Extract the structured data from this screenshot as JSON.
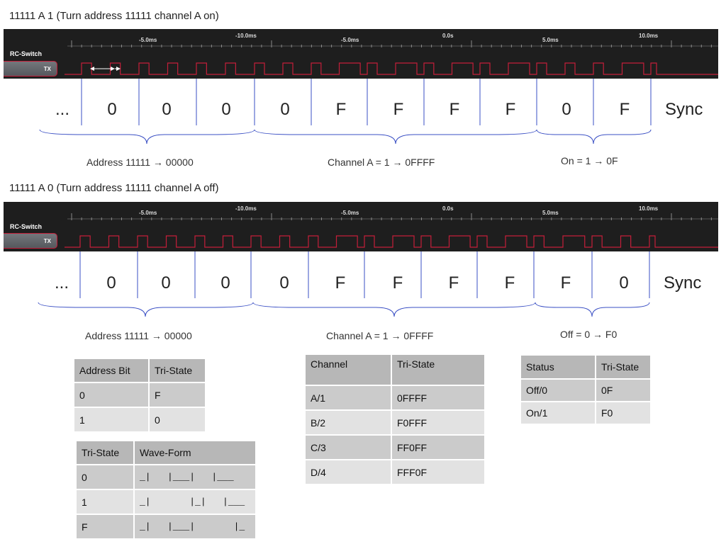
{
  "section_on": {
    "title": "11111 A 1 (Turn address 11111 channel A on)",
    "rc_label": "RC-Switch",
    "tx_label": "TX",
    "ticks": [
      "-5.0ms",
      "-10.0ms",
      "-5.0ms",
      "0.0s",
      "5.0ms",
      "10.0ms"
    ],
    "symbols": [
      "...",
      "0",
      "0",
      "0",
      "0",
      "F",
      "F",
      "F",
      "F",
      "0",
      "F"
    ],
    "sync_label": "Sync",
    "captions": {
      "address": "Address 11111 → 00000",
      "channel": "Channel A = 1 →  0FFFF",
      "status": "On = 1 → 0F"
    }
  },
  "section_off": {
    "title": "11111 A 0 (Turn address 11111 channel A off)",
    "rc_label": "RC-Switch",
    "tx_label": "TX",
    "ticks": [
      "-5.0ms",
      "-10.0ms",
      "-5.0ms",
      "0.0s",
      "5.0ms",
      "10.0ms"
    ],
    "symbols": [
      "...",
      "0",
      "0",
      "0",
      "0",
      "F",
      "F",
      "F",
      "F",
      "F",
      "0"
    ],
    "sync_label": "Sync",
    "captions": {
      "address": "Address 11111 → 00000",
      "channel": "Channel A = 1 →  0FFFF",
      "status": "Off = 0 → F0"
    }
  },
  "address_table": {
    "headers": [
      "Address Bit",
      "Tri-State"
    ],
    "rows": [
      [
        "0",
        "F"
      ],
      [
        "1",
        "0"
      ]
    ]
  },
  "tristate_table": {
    "headers": [
      "Tri-State",
      "Wave-Form"
    ],
    "rows": [
      [
        "0",
        "_|   |___|   |___"
      ],
      [
        "1",
        "_|       |_|   |___"
      ],
      [
        "F",
        "_|   |___|       |_"
      ]
    ]
  },
  "channel_table": {
    "headers": [
      "Channel",
      "Tri-State"
    ],
    "rows": [
      [
        "A/1",
        "0FFFF"
      ],
      [
        "B/2",
        "F0FFF"
      ],
      [
        "C/3",
        "FF0FF"
      ],
      [
        "D/4",
        "FFF0F"
      ]
    ]
  },
  "status_table": {
    "headers": [
      "Status",
      "Tri-State"
    ],
    "rows": [
      [
        "Off/0",
        "0F"
      ],
      [
        "On/1",
        "F0"
      ]
    ]
  },
  "colors": {
    "signal": "#c41e3a",
    "divider": "#3a4fc4",
    "panel_bg": "#1e1e1e"
  }
}
